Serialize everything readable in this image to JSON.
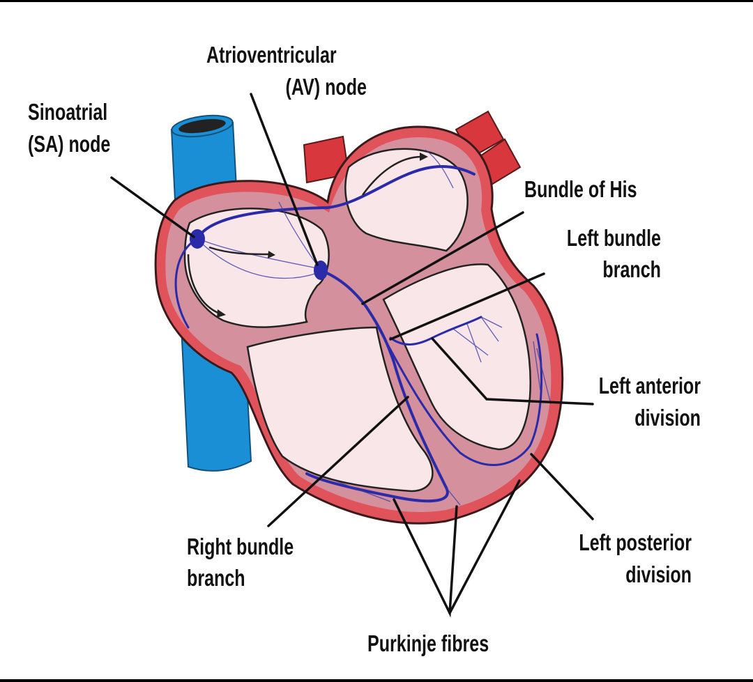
{
  "diagram": {
    "labels": {
      "sa_node": [
        "Sinoatrial",
        "(SA) node"
      ],
      "av_node": [
        "Atrioventricular",
        "(AV) node"
      ],
      "bundle_of_his": [
        "Bundle of His"
      ],
      "left_bundle_branch": [
        "Left bundle",
        "branch"
      ],
      "left_anterior_division": [
        "Left anterior",
        "division"
      ],
      "right_bundle_branch": [
        "Right bundle",
        "branch"
      ],
      "left_posterior_division": [
        "Left posterior",
        "division"
      ],
      "purkinje_fibres": [
        "Purkinje fibres"
      ]
    },
    "colors": {
      "heart_wall": "#e0535b",
      "myocardium": "#d4909c",
      "chamber": "#f8e6e8",
      "vena_cava": "#1a8fd6",
      "conduction": "#2b2aa8",
      "aorta": "#d7373d"
    }
  }
}
